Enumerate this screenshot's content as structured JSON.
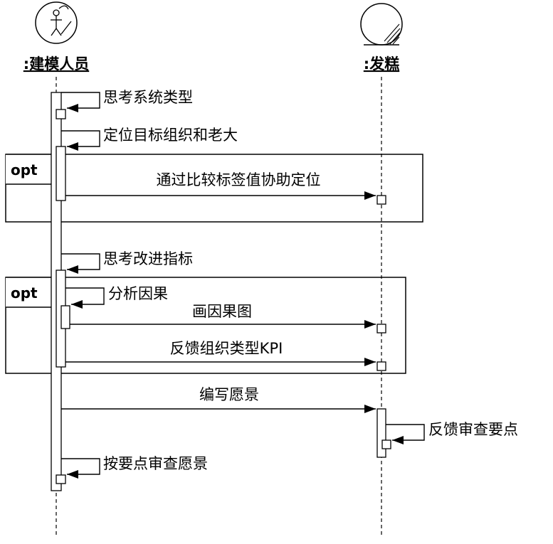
{
  "participants": [
    {
      "name": ":建模人员",
      "kind": "actor"
    },
    {
      "name": ":发糕",
      "kind": "entity"
    }
  ],
  "fragments": [
    "opt",
    "opt"
  ],
  "messages": [
    "思考系统类型",
    "定位目标组织和老大",
    "通过比较标签值协助定位",
    "思考改进指标",
    "分析因果",
    "画因果图",
    "反馈组织类型KPI",
    "编写愿景",
    "反馈审查要点",
    "按要点审查愿景"
  ]
}
